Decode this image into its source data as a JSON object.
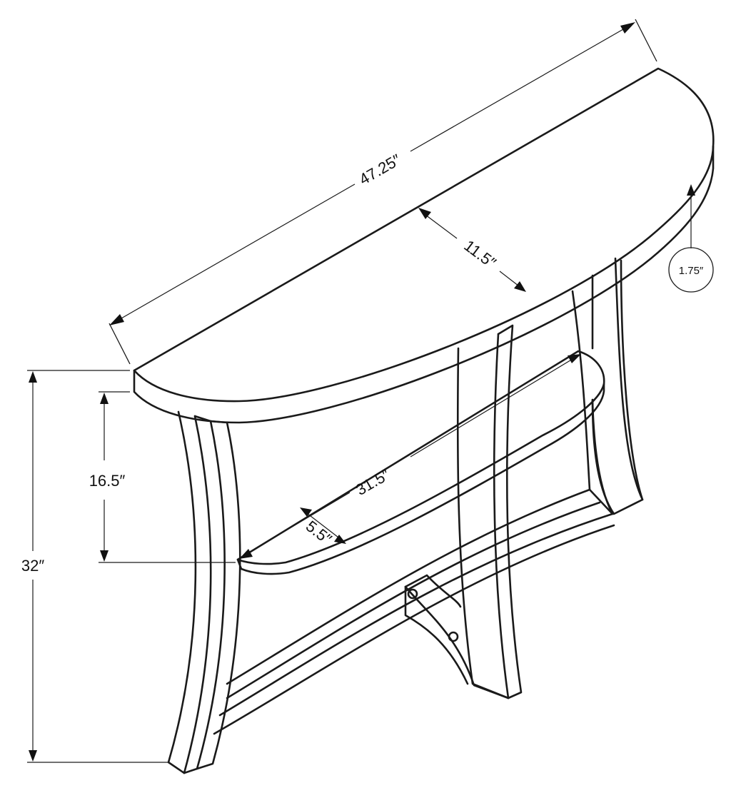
{
  "dimensions": {
    "length": "47.25″",
    "depth": "11.5″",
    "top_thickness": "1.75″",
    "shelf_height": "16.5″",
    "total_height": "32″",
    "shelf_length": "31.5″",
    "shelf_depth": "5.5″"
  }
}
